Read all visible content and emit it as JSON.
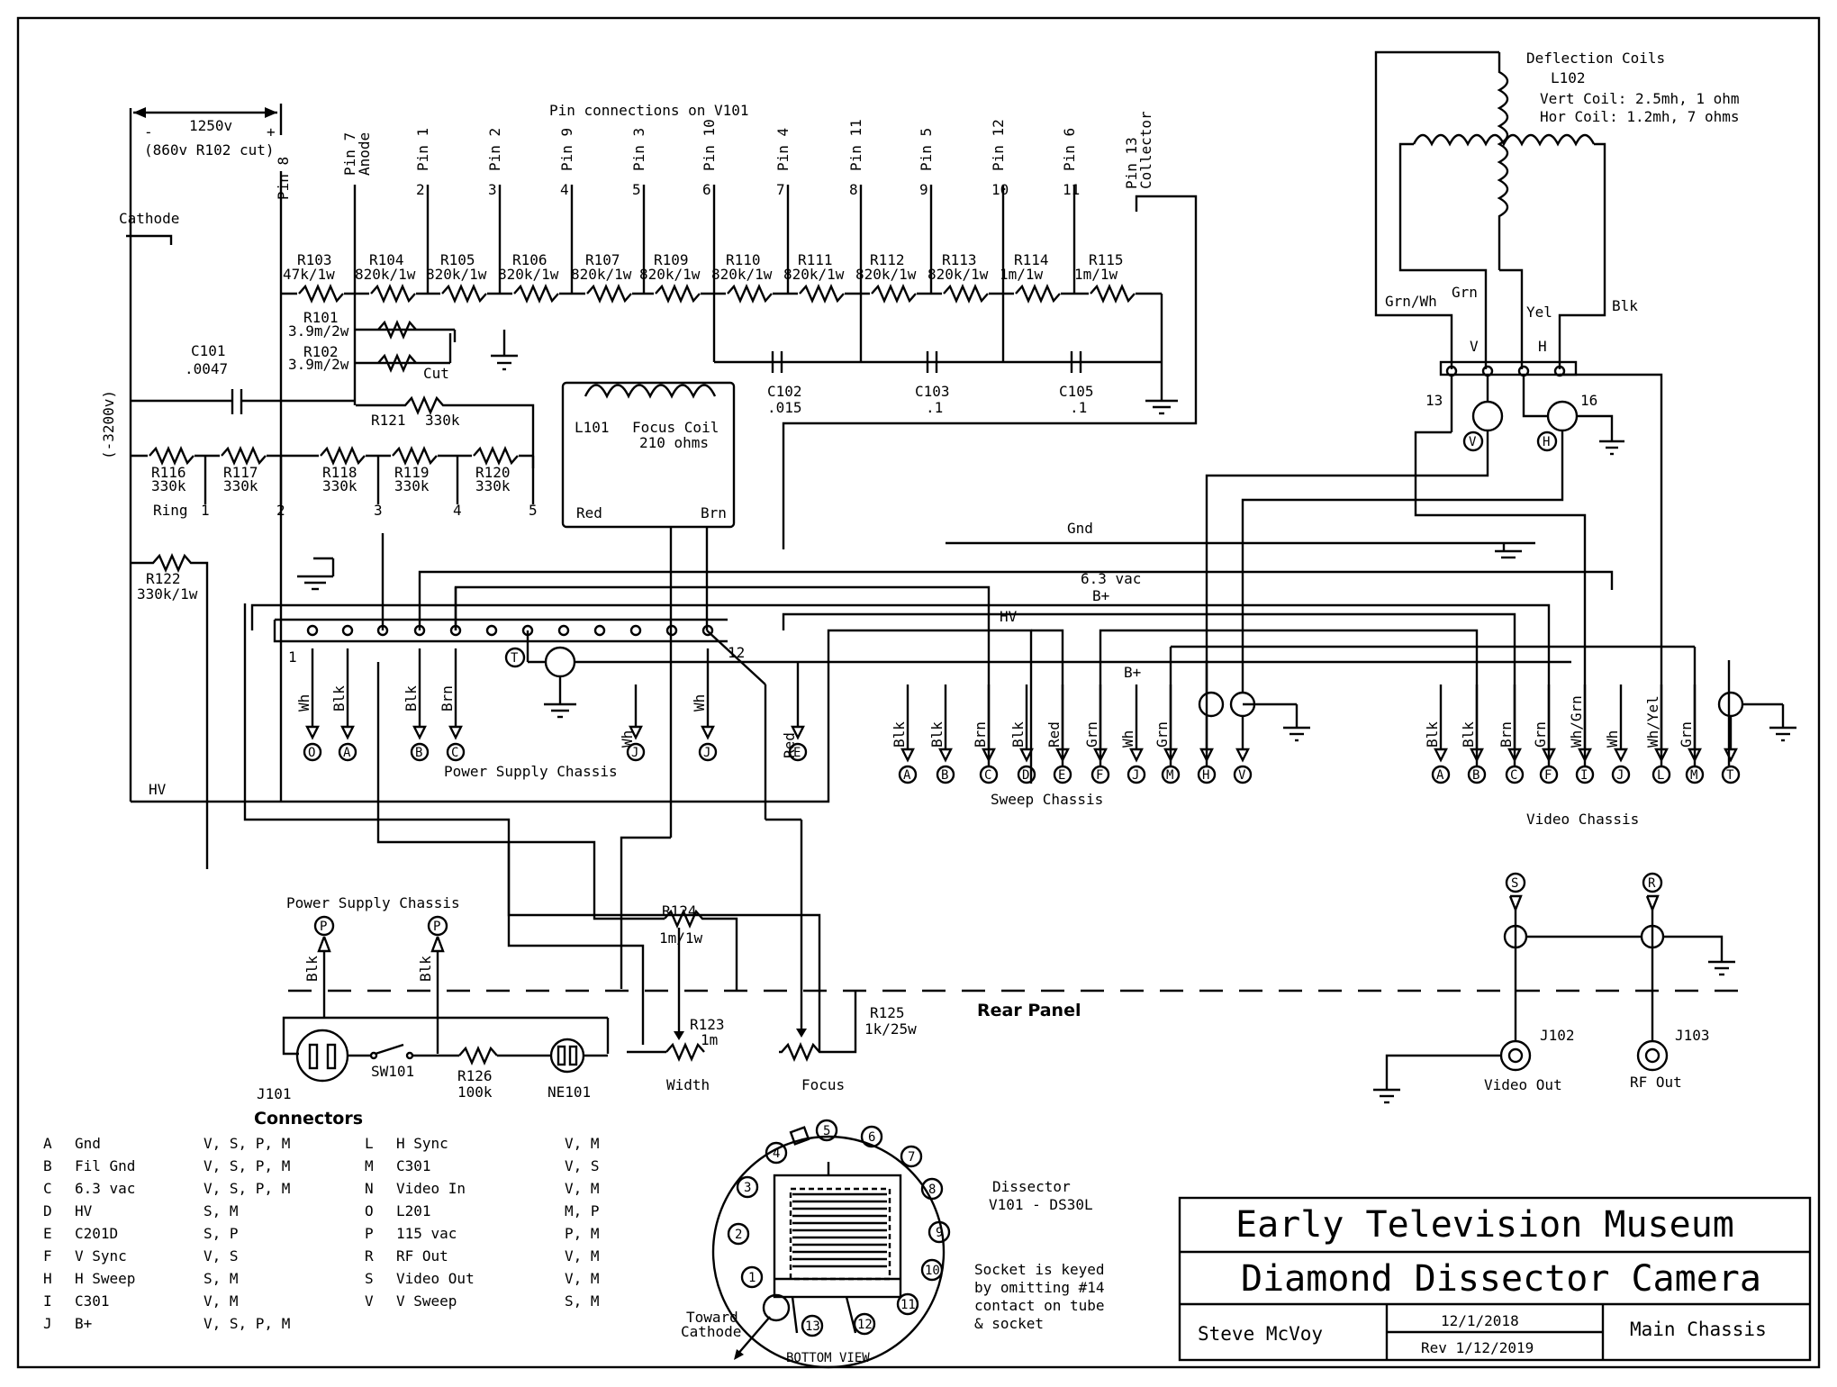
{
  "title_block": {
    "museum": "Early Television Museum",
    "project": "Diamond Dissector Camera",
    "author": "Steve McVoy",
    "date": "12/1/2018",
    "revision": "Rev 1/12/2019",
    "sheet": "Main Chassis"
  },
  "pin_header": "Pin connections on V101",
  "voltage": {
    "span": "1250v",
    "span_note": "(860v R102 cut)",
    "neg": "(-3200v)",
    "minus": "-",
    "plus": "+"
  },
  "labels": {
    "cathode": "Cathode",
    "pin8": "Pin 8",
    "anode": "Pin 7\nAnode",
    "collector": "Pin 13\nCollector",
    "cut": "Cut",
    "ring": "Ring",
    "hv": "HV",
    "gnd": "Gnd",
    "v63": "6.3 vac",
    "bplus": "B+",
    "hv2": "HV",
    "red": "Red",
    "brn": "Brn",
    "l1": "1",
    "l12": "12",
    "ps_chassis": "Power Supply Chassis",
    "sweep_chassis": "Sweep Chassis",
    "video_chassis": "Video Chassis",
    "rear_panel": "Rear Panel",
    "ps_chassis2": "Power Supply Chassis",
    "width": "Width",
    "focus": "Focus",
    "video_out": "Video Out",
    "rf_out": "RF Out",
    "j102": "J102",
    "j103": "J103",
    "dissector": "Dissector",
    "dissector_tube": "V101 - DS30L",
    "socket_note": "Socket is keyed\nby omitting #14\ncontact on tube\n& socket",
    "toward": "Toward\nCathode",
    "bottom_view": "BOTTOM VIEW",
    "connectors_title": "Connectors"
  },
  "pins": [
    {
      "name": "Pin 1",
      "num": "2"
    },
    {
      "name": "Pin 2",
      "num": "3"
    },
    {
      "name": "Pin 9",
      "num": "4"
    },
    {
      "name": "Pin 3",
      "num": "5"
    },
    {
      "name": "Pin 10",
      "num": "6"
    },
    {
      "name": "Pin 4",
      "num": "7"
    },
    {
      "name": "Pin 11",
      "num": "8"
    },
    {
      "name": "Pin 5",
      "num": "9"
    },
    {
      "name": "Pin 12",
      "num": "10"
    },
    {
      "name": "Pin 6",
      "num": "11"
    }
  ],
  "resistors_top": [
    {
      "ref": "R103",
      "val": "47k/1w"
    },
    {
      "ref": "R104",
      "val": "820k/1w"
    },
    {
      "ref": "R105",
      "val": "820k/1w"
    },
    {
      "ref": "R106",
      "val": "820k/1w"
    },
    {
      "ref": "R107",
      "val": "820k/1w"
    },
    {
      "ref": "R109",
      "val": "820k/1w"
    },
    {
      "ref": "R110",
      "val": "820k/1w"
    },
    {
      "ref": "R111",
      "val": "820k/1w"
    },
    {
      "ref": "R112",
      "val": "820k/1w"
    },
    {
      "ref": "R113",
      "val": "820k/1w"
    },
    {
      "ref": "R114",
      "val": "1m/1w"
    },
    {
      "ref": "R115",
      "val": "1m/1w"
    }
  ],
  "parts": {
    "r101": "R101",
    "r101v": "3.9m/2w",
    "r102": "R102",
    "r102v": "3.9m/2w",
    "c101": "C101",
    "c101v": ".0047",
    "r121": "R121",
    "r121v": "330k",
    "c102": "C102",
    "c102v": ".015",
    "c103": "C103",
    "c103v": ".1",
    "c105": "C105",
    "c105v": ".1",
    "l101": "L101",
    "l101a": "Focus Coil",
    "l101b": "210 ohms",
    "r122": "R122",
    "r122v": "330k/1w",
    "r124": "R124",
    "r124v": "1m/1w",
    "r123": "R123",
    "r123v": "1m",
    "r125": "R125",
    "r125v": "1k/25w",
    "r126": "R126",
    "r126v": "100k",
    "j101": "J101",
    "sw101": "SW101",
    "ne101": "NE101"
  },
  "ring_resistors": [
    {
      "ref": "R116",
      "val": "330k",
      "tap": "1"
    },
    {
      "ref": "R117",
      "val": "330k",
      "tap": "2"
    },
    {
      "ref": "R118",
      "val": "330k",
      "tap": "3"
    },
    {
      "ref": "R119",
      "val": "330k",
      "tap": "4"
    },
    {
      "ref": "R120",
      "val": "330k",
      "tap": "5"
    }
  ],
  "deflection": {
    "title": "Deflection Coils",
    "ref": "L102",
    "vert": "Vert Coil: 2.5mh, 1 ohm",
    "hor": "Hor Coil: 1.2mh, 7 ohms",
    "grnwh": "Grn/Wh",
    "grn": "Grn",
    "yel": "Yel",
    "blk": "Blk",
    "v": "V",
    "h": "H",
    "p13": "13",
    "p16": "16"
  },
  "ps_conn": [
    {
      "wire": "Wh",
      "letter": "O"
    },
    {
      "wire": "Blk",
      "letter": "A"
    },
    {
      "wire": "Blk",
      "letter": "B"
    },
    {
      "wire": "Brn",
      "letter": "C"
    },
    {
      "wire": "Wh",
      "letter": "J"
    },
    {
      "wire": "Wh",
      "letter": "J"
    },
    {
      "wire": "Red",
      "letter": "E"
    }
  ],
  "sweep_conn": [
    {
      "wire": "Blk",
      "letter": "A"
    },
    {
      "wire": "Blk",
      "letter": "B"
    },
    {
      "wire": "Brn",
      "letter": "C"
    },
    {
      "wire": "Blk",
      "letter": "D"
    },
    {
      "wire": "Red",
      "letter": "E"
    },
    {
      "wire": "Grn",
      "letter": "F"
    },
    {
      "wire": "Wh",
      "letter": "J"
    },
    {
      "wire": "Grn",
      "letter": "M"
    },
    {
      "wire": "",
      "letter": "H"
    },
    {
      "wire": "",
      "letter": "V"
    }
  ],
  "video_conn": [
    {
      "wire": "Blk",
      "letter": "A"
    },
    {
      "wire": "Blk",
      "letter": "B"
    },
    {
      "wire": "Brn",
      "letter": "C"
    },
    {
      "wire": "Grn",
      "letter": "F"
    },
    {
      "wire": "Wh/Grn",
      "letter": "I"
    },
    {
      "wire": "Wh",
      "letter": "J"
    },
    {
      "wire": "Wh/Yel",
      "letter": "L"
    },
    {
      "wire": "Grn",
      "letter": "M"
    },
    {
      "wire": "",
      "letter": "T"
    }
  ],
  "misc_letters": {
    "t": "T",
    "s": "S",
    "r": "R",
    "p1": "P",
    "p2": "P",
    "blk1": "Blk",
    "blk2": "Blk",
    "v": "V",
    "h": "H"
  },
  "socket_pins": [
    "1",
    "2",
    "3",
    "4",
    "5",
    "6",
    "7",
    "8",
    "9",
    "10",
    "11",
    "12",
    "13"
  ],
  "connectors": [
    {
      "k": "A",
      "n": "Gnd",
      "c": "V, S, P, M"
    },
    {
      "k": "B",
      "n": "Fil Gnd",
      "c": "V, S, P, M"
    },
    {
      "k": "C",
      "n": "6.3 vac",
      "c": "V, S, P, M"
    },
    {
      "k": "D",
      "n": "HV",
      "c": "S, M"
    },
    {
      "k": "E",
      "n": "C201D",
      "c": "S, P"
    },
    {
      "k": "F",
      "n": "V Sync",
      "c": "V, S"
    },
    {
      "k": "H",
      "n": "H Sweep",
      "c": "S, M"
    },
    {
      "k": "I",
      "n": "C301",
      "c": "V, M"
    },
    {
      "k": "J",
      "n": "B+",
      "c": "V, S, P, M"
    },
    {
      "k": "L",
      "n": "H Sync",
      "c": "V, M"
    },
    {
      "k": "M",
      "n": "C301",
      "c": "V, S"
    },
    {
      "k": "N",
      "n": "Video In",
      "c": "V, M"
    },
    {
      "k": "O",
      "n": "L201",
      "c": "M, P"
    },
    {
      "k": "P",
      "n": "115 vac",
      "c": "P, M"
    },
    {
      "k": "R",
      "n": "RF Out",
      "c": "V, M"
    },
    {
      "k": "S",
      "n": "Video Out",
      "c": "V, M"
    },
    {
      "k": "V",
      "n": "V Sweep",
      "c": "S, M"
    }
  ]
}
